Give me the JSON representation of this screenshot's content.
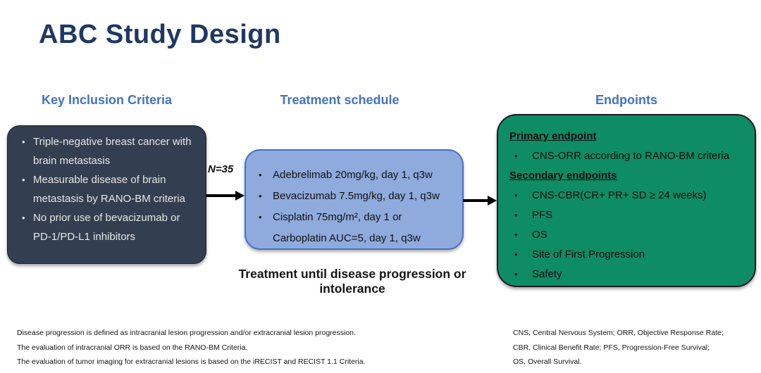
{
  "slide": {
    "title": "ABC Study Design",
    "columns": {
      "inclusion": {
        "header": "Key Inclusion Criteria",
        "bullets": [
          "Triple-negative breast cancer with brain metastasis",
          "Measurable disease of brain metastasis by RANO-BM criteria",
          "No prior use of bevacizumab or PD-1/PD-L1 inhibitors"
        ]
      },
      "treatment": {
        "header": "Treatment schedule",
        "n_label": "N=35",
        "bullets": [
          "Adebrelimab 20mg/kg, day 1, q3w",
          "Bevacizumab 7.5mg/kg, day 1, q3w",
          "Cisplatin 75mg/m², day 1 or Carboplatin AUC=5, day 1, q3w"
        ],
        "note": "Treatment until disease progression or intolerance"
      },
      "endpoints": {
        "header": "Endpoints",
        "primary_label": "Primary endpoint",
        "primary_bullets": [
          "CNS-ORR according to RANO-BM criteria"
        ],
        "secondary_label": "Secondary endpoints",
        "secondary_bullets": [
          "CNS-CBR(CR+ PR+ SD ≥ 24 weeks)",
          "PFS",
          "OS",
          "Site of First Progression",
          "Safety"
        ]
      }
    },
    "footnotes": {
      "left": [
        "Disease progression is defined as intracranial lesion progression  and/or extracranial lesion progression.",
        "The evaluation of intracranial ORR is based on the RANO-BM Criteria.",
        "The evaluation of tumor imaging for extracranial lesions is based on the iRECIST and RECIST 1.1 Criteria."
      ],
      "right": [
        "CNS, Central Nervous System;  ORR, Objective Response Rate;",
        "CBR, Clinical Benefit Rate; PFS, Progression-Free Survival;",
        "OS, Overall Survival."
      ]
    },
    "colors": {
      "title_navy": "#1F3864",
      "header_blue": "#4472C4",
      "inclusion_box_bg": "#333F50",
      "inclusion_text": "#E7E6E6",
      "treatment_box_bg": "#8FAADC",
      "treatment_box_border": "#4472C4",
      "endpoints_box_bg": "#0E8C64",
      "arrow_color": "#000000"
    }
  }
}
